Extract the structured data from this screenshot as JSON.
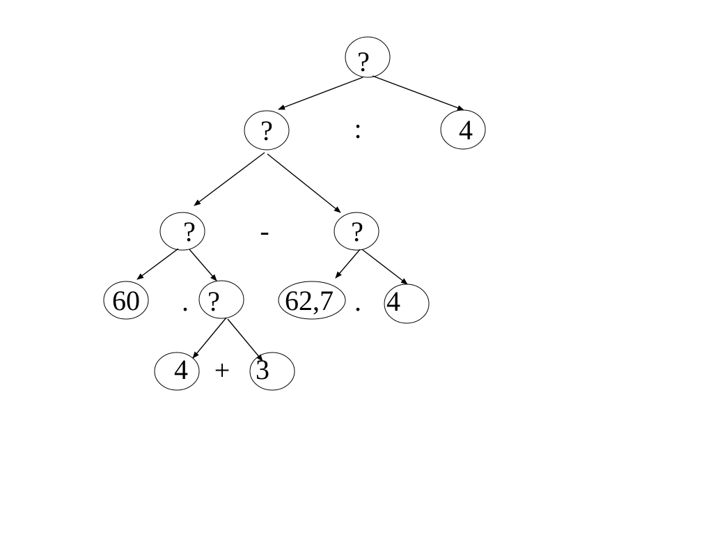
{
  "diagram": {
    "colors": {
      "stroke": "#000000",
      "text": "#000000",
      "background": "#ffffff"
    },
    "nodes": {
      "root": "?",
      "left": "?",
      "right_four": "4",
      "left_left": "?",
      "left_right": "?",
      "sixty": "60",
      "dot_q": "?",
      "sixty_two_seven": "62,7",
      "four_b": "4",
      "four_c": "4",
      "three": "3"
    },
    "operators": {
      "root_op": ":",
      "left_op": "-",
      "left_left_op": ".",
      "left_right_op": ".",
      "dot_q_op": "+"
    }
  }
}
